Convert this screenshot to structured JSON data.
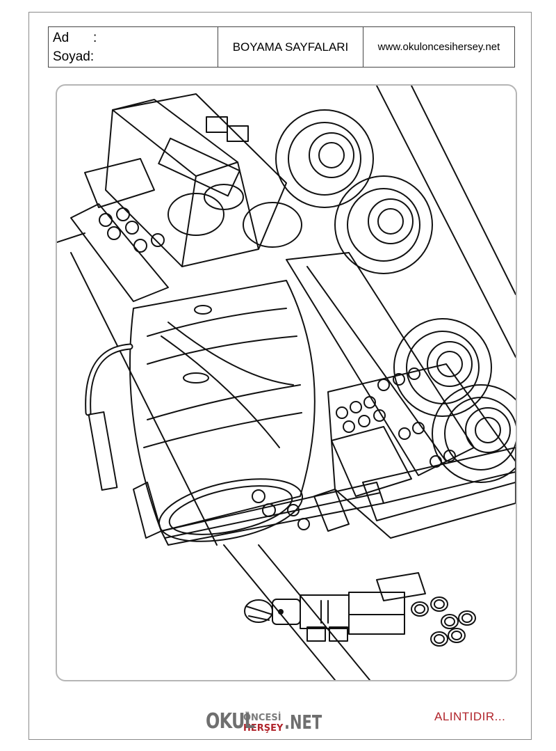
{
  "header": {
    "name_label": "Ad",
    "name_colon": ":",
    "surname_label": "Soyad:",
    "title": "BOYAMA SAYFALARI",
    "website": "www.okuloncesihersey.net"
  },
  "picture": {
    "subject": "lego-cement-mixer-truck-and-minifigure-line-art"
  },
  "footer": {
    "logo_okul": "OKUL",
    "logo_oncesi": "ÖNCESİ",
    "logo_hersey": "HERŞEY",
    "logo_net": ".NET",
    "credit": "ALINTIDIR...",
    "colors": {
      "logo_gray": "#6f6f6f",
      "logo_red": "#b0232a"
    }
  }
}
